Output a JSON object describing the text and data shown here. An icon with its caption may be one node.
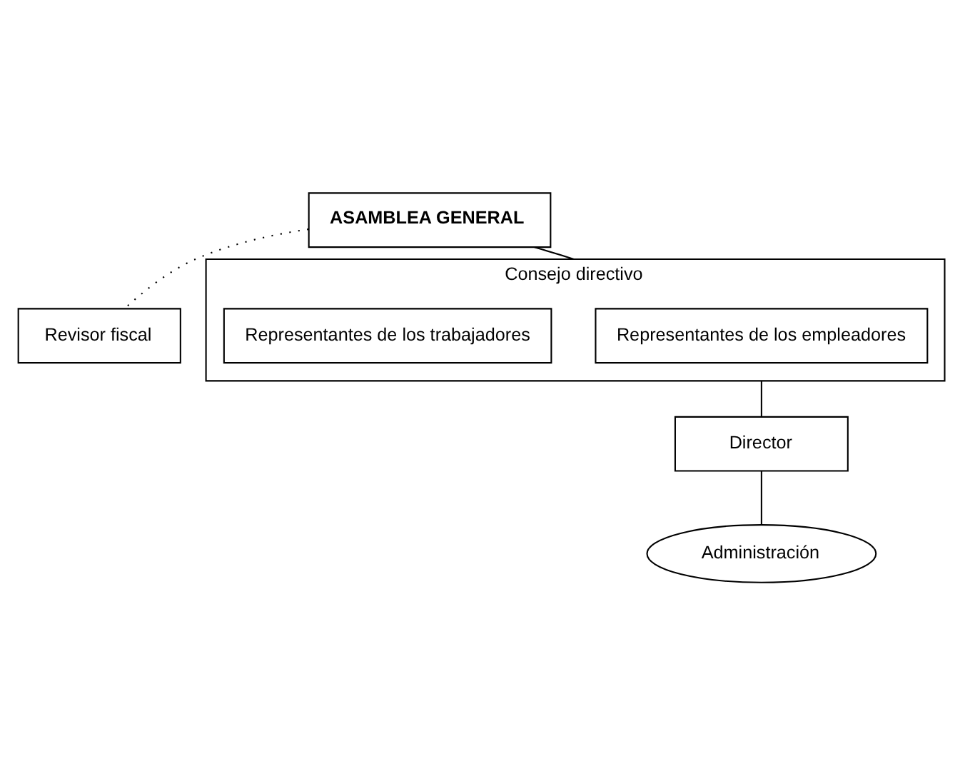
{
  "diagram": {
    "nodes": [
      {
        "text": [
          "ASAMBLEA GENERAL"
        ]
      },
      {
        "text": [
          "Revisor fiscal"
        ]
      },
      {
        "text": [
          "Consejo directivo"
        ]
      },
      {
        "text": [
          "Representantes de los empleadores"
        ],
        "in": 2
      },
      {
        "text": [
          "Representantes de los trabajadores"
        ],
        "in": 2
      },
      {
        "text": [
          "Director"
        ]
      },
      {
        "text": [
          "Administración"
        ]
      }
    ],
    "edges": [
      {
        "from": 0,
        "to": 2,
        "arrow": "none"
      },
      {
        "from": 0,
        "to": 1,
        "arrow": "none",
        "style": "dashed"
      },
      {
        "from": 2,
        "to": 5,
        "arrow": "none"
      },
      {
        "from": 5,
        "to": 6,
        "arrow": "none"
      }
    ]
  }
}
